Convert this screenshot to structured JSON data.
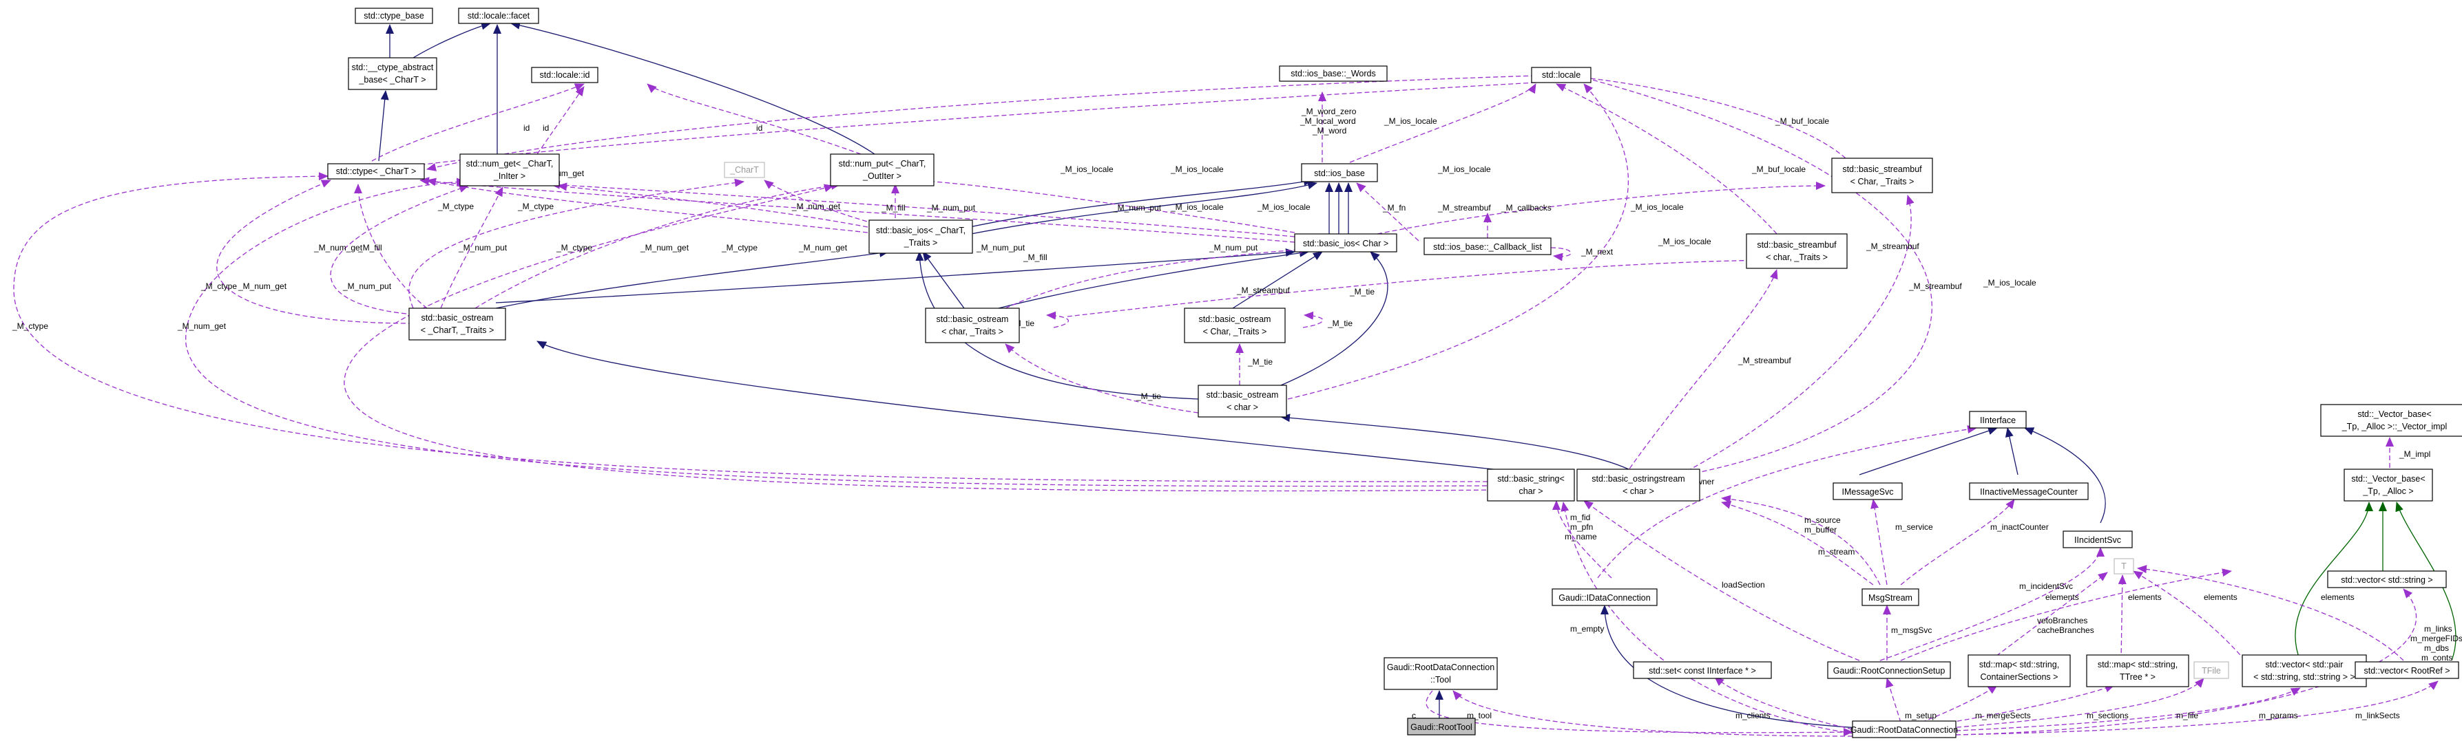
{
  "nodes": {
    "ctype_base": {
      "lines": [
        "std::ctype_base"
      ]
    },
    "ctype_abstract_base": {
      "lines": [
        "std::__ctype_abstract",
        "_base< _CharT >"
      ]
    },
    "locale_facet": {
      "lines": [
        "std::locale::facet"
      ]
    },
    "locale_id": {
      "lines": [
        "std::locale::id"
      ]
    },
    "ctype": {
      "lines": [
        "std::ctype< _CharT >"
      ]
    },
    "num_get": {
      "lines": [
        "std::num_get< _CharT,",
        "_InIter >"
      ]
    },
    "charT": {
      "lines": [
        "_CharT"
      ]
    },
    "num_put": {
      "lines": [
        "std::num_put< _CharT,",
        "_OutIter >"
      ]
    },
    "ios_base_words": {
      "lines": [
        "std::ios_base::_Words"
      ]
    },
    "ios_base": {
      "lines": [
        "std::ios_base"
      ]
    },
    "locale": {
      "lines": [
        "std::locale"
      ]
    },
    "basic_streambuf_char_traits": {
      "lines": [
        "std::basic_streambuf",
        "< Char, _Traits >"
      ]
    },
    "basic_ios_charT": {
      "lines": [
        "std::basic_ios< _CharT,",
        "_Traits >"
      ]
    },
    "basic_ios_char": {
      "lines": [
        "std::basic_ios< Char >"
      ]
    },
    "callback_list": {
      "lines": [
        "std::ios_base::_Callback_list"
      ]
    },
    "basic_streambuf_char": {
      "lines": [
        "std::basic_streambuf",
        "< char, _Traits >"
      ]
    },
    "basic_ostream_charT": {
      "lines": [
        "std::basic_ostream",
        "< _CharT, _Traits >"
      ]
    },
    "basic_ostream_char_traits": {
      "lines": [
        "std::basic_ostream",
        "< char, _Traits >"
      ]
    },
    "basic_ostream_Char_Traits": {
      "lines": [
        "std::basic_ostream",
        "< Char, _Traits >"
      ]
    },
    "basic_ostream_char": {
      "lines": [
        "std::basic_ostream",
        "< char >"
      ]
    },
    "basic_string_char": {
      "lines": [
        "std::basic_string<",
        "char >"
      ]
    },
    "basic_ostringstream": {
      "lines": [
        "std::basic_ostringstream",
        "< char >"
      ]
    },
    "iinterface": {
      "lines": [
        "IInterface"
      ]
    },
    "imessagesvc": {
      "lines": [
        "IMessageSvc"
      ]
    },
    "iinactive": {
      "lines": [
        "IInactiveMessageCounter"
      ]
    },
    "iincident": {
      "lines": [
        "IIncidentSvc"
      ]
    },
    "vector_base_impl": {
      "lines": [
        "std::_Vector_base<",
        "_Tp, _Alloc >::_Vector_impl"
      ]
    },
    "vector_base": {
      "lines": [
        "std::_Vector_base<",
        "_Tp, _Alloc >"
      ]
    },
    "vector_string": {
      "lines": [
        "std::vector< std::string >"
      ]
    },
    "idataconnection": {
      "lines": [
        "Gaudi::IDataConnection"
      ]
    },
    "msgstream": {
      "lines": [
        "MsgStream"
      ]
    },
    "T": {
      "lines": [
        "T"
      ]
    },
    "rootdataconn_tool": {
      "lines": [
        "Gaudi::RootDataConnection",
        "::Tool"
      ]
    },
    "set_iinterface": {
      "lines": [
        "std::set< const IInterface * >"
      ]
    },
    "rootconnsetup": {
      "lines": [
        "Gaudi::RootConnectionSetup"
      ]
    },
    "map_container": {
      "lines": [
        "std::map< std::string,",
        "ContainerSections >"
      ]
    },
    "map_ttree": {
      "lines": [
        "std::map< std::string,",
        "TTree * >"
      ]
    },
    "tfile": {
      "lines": [
        "TFile"
      ]
    },
    "vector_pair": {
      "lines": [
        "std::vector< std::pair",
        "< std::string, std::string > >"
      ]
    },
    "vector_rootref": {
      "lines": [
        "std::vector< RootRef >"
      ]
    },
    "roottool": {
      "lines": [
        "Gaudi::RootTool"
      ]
    },
    "rootdataconnection": {
      "lines": [
        "Gaudi::RootDataConnection"
      ]
    }
  },
  "edge_labels": {
    "id1": "id",
    "id2": "id",
    "id3": "id",
    "m_word_zero": "_M_word_zero",
    "m_local_word": "_M_local_word",
    "m_word": "_M_word",
    "m_ios_locale_top": "_M_ios_locale",
    "m_buf_locale": "_M_buf_locale",
    "m_ios_locale_a": "_M_ios_locale",
    "m_ios_locale_b": "_M_ios_locale",
    "m_ios_locale_c": "_M_ios_locale",
    "m_ios_locale_d": "_M_ios_locale",
    "m_ios_locale_e": "_M_ios_locale",
    "m_ios_locale_f": "_M_ios_locale",
    "m_buf_locale2": "_M_buf_locale",
    "m_ctype_a": "_M_ctype",
    "m_ctype_b": "_M_ctype",
    "m_ctype_c": "_M_ctype",
    "m_ctype_d": "_M_ctype",
    "m_ctype_e": "_M_ctype",
    "m_ctype_f": "_M_ctype",
    "m_num_get_a": "_M_num_get",
    "m_num_get_b": "_M_num_get",
    "m_num_get_c": "_M_num_get",
    "m_num_get_d": "_M_num_get",
    "m_num_get_e": "_M_num_get",
    "m_num_put_a": "_M_num_put",
    "m_num_put_b": "_M_num_put",
    "m_num_put_c": "_M_num_put",
    "m_num_put_d": "_M_num_put",
    "m_num_put_e": "_M_num_put",
    "m_num_put_f": "_M_num_put",
    "m_fill_a": "_M_fill",
    "m_fill_b": "_M_fill",
    "m_fill_c": "_M_fill",
    "m_fn": "_M_fn",
    "m_callbacks": "_M_callbacks",
    "m_next": "_M_next",
    "m_streambuf_a": "_M_streambuf",
    "m_streambuf_b": "_M_streambuf",
    "m_streambuf_c": "_M_streambuf",
    "m_streambuf_d": "_M_streambuf",
    "m_streambuf_e": "_M_streambuf",
    "m_streambuf_f": "_M_streambuf",
    "m_tie_a": "_M_tie",
    "m_tie_b": "_M_tie",
    "m_tie_c": "_M_tie",
    "m_tie_d": "_M_tie",
    "m_impl": "_M_impl",
    "m_owner": "m_owner",
    "m_fid_group": [
      "m_fid",
      "m_pfn",
      "m_name"
    ],
    "m_source_group": [
      "m_source",
      "m_buffer"
    ],
    "m_stream": "m_stream",
    "m_service": "m_service",
    "m_inactcounter": "m_inactCounter",
    "m_incidentsvc": "m_incidentSvc",
    "loadsection": "loadSection",
    "m_msgsvc": "m_msgSvc",
    "vetobranches": [
      "vetoBranches",
      "cacheBranches"
    ],
    "elements_a": "elements",
    "elements_b": "elements",
    "elements_c": "elements",
    "elements_d": "elements",
    "m_empty": "m_empty",
    "m_links_group": [
      "m_links",
      "m_mergeFIDs",
      "m_dbs",
      "m_conts"
    ],
    "c": "c",
    "m_tool": "m_tool",
    "m_clients": "m_clients",
    "m_setup": "m_setup",
    "m_mergesects": "m_mergeSects",
    "m_sections": "m_sections",
    "m_file": "m_file",
    "m_params": "m_params",
    "m_linksects": "m_linkSects"
  },
  "colors": {
    "inheritance": "#191970",
    "template_inheritance": "#006400",
    "usage": "#9a32cd",
    "root_node_fill": "#bfbfbf",
    "faded_node_border": "#bfbfbf"
  }
}
